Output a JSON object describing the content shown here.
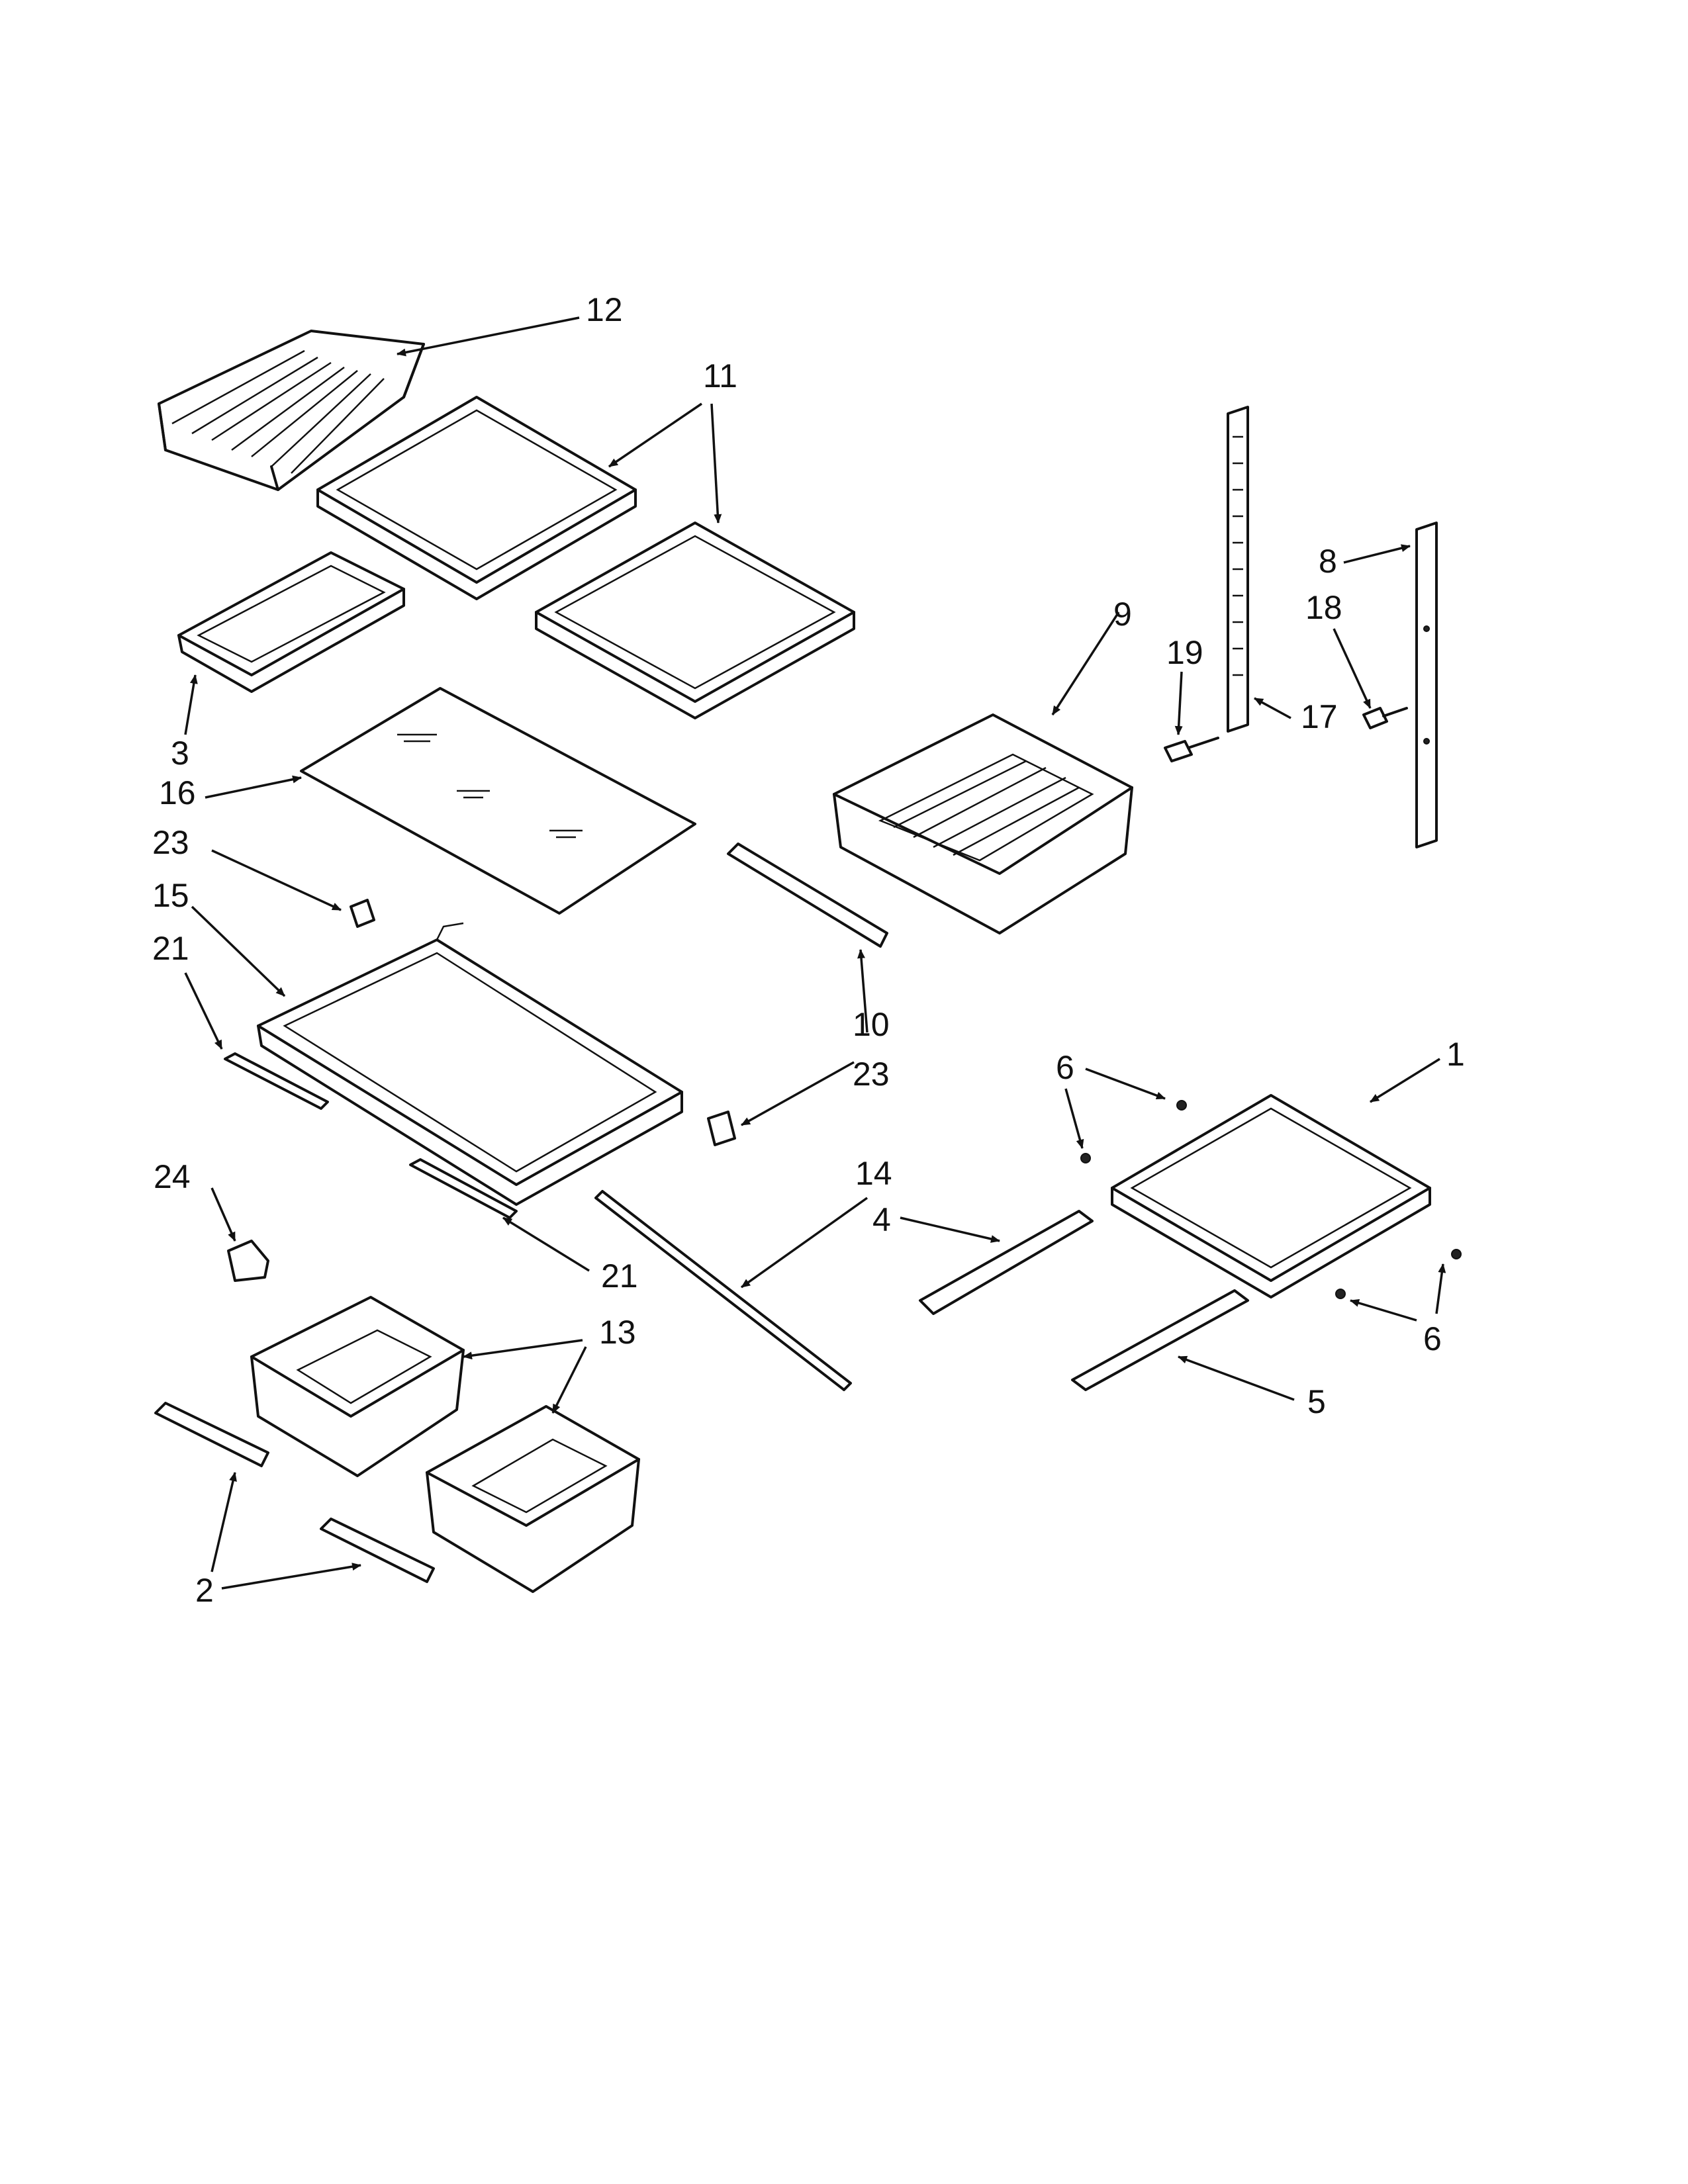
{
  "callouts": {
    "c1": "1",
    "c2": "2",
    "c3": "3",
    "c4": "4",
    "c5": "5",
    "c6a": "6",
    "c6b": "6",
    "c8": "8",
    "c9": "9",
    "c10": "10",
    "c11": "11",
    "c12": "12",
    "c13": "13",
    "c14": "14",
    "c15": "15",
    "c16": "16",
    "c17": "17",
    "c18": "18",
    "c19": "19",
    "c21a": "21",
    "c21b": "21",
    "c23a": "23",
    "c23b": "23",
    "c24": "24"
  }
}
